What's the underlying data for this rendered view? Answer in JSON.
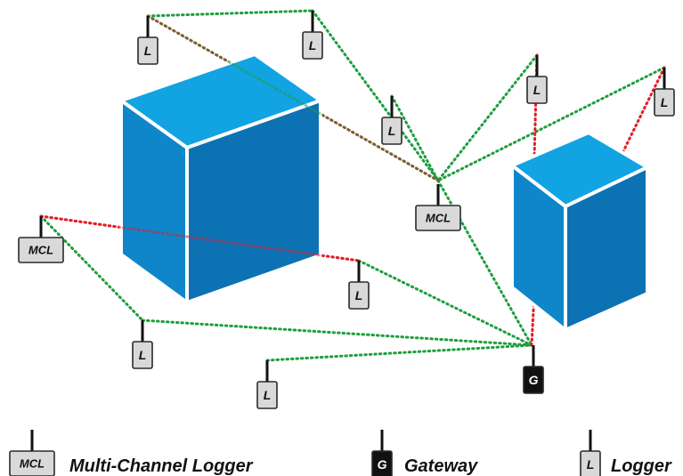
{
  "colors": {
    "cube_top": "#12a3e3",
    "cube_left": "#0f86c9",
    "cube_right": "#0d72b3",
    "cube_edge": "#ffffff",
    "link_good": "#1e9e3e",
    "link_bad": "#e51b24",
    "device_fill": "#d9d9d9",
    "device_stroke": "#2a2a2a",
    "gateway_fill": "#111111"
  },
  "devices": {
    "logger_label": "L",
    "mcl_label": "MCL",
    "gateway_label": "G"
  },
  "legend": {
    "mcl_icon": "MCL",
    "mcl_text": "Multi-Channel Logger",
    "gateway_icon": "G",
    "gateway_text": "Gateway",
    "logger_icon": "L",
    "logger_text": "Logger"
  }
}
